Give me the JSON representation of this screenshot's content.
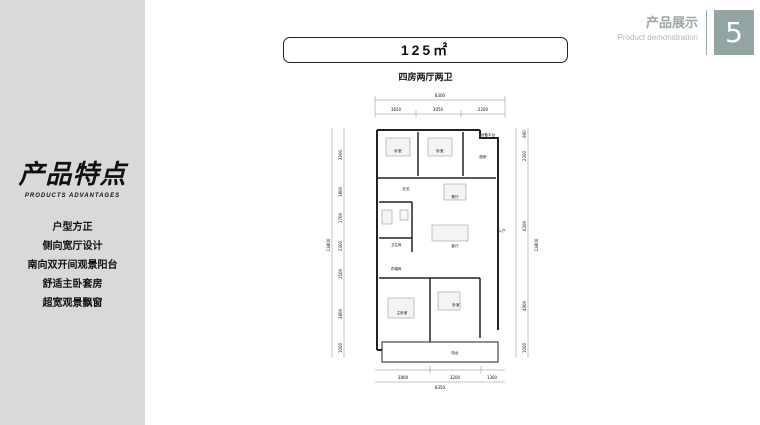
{
  "features": {
    "title": "产品特点",
    "subtitle": "PRODUCTS ADVANTAGES",
    "items": [
      "户型方正",
      "侧向宽厅设计",
      "南向双开间观景阳台",
      "舒适主卧套房",
      "超宽观景飘窗"
    ]
  },
  "section": {
    "title": "产品展示",
    "subtitle": "Product demonstration",
    "page_number": "5"
  },
  "product": {
    "area": "125㎡",
    "layout": "四房两厅两卫"
  },
  "plan": {
    "top_dims": [
      "8300",
      "3650",
      "3050",
      "2200"
    ],
    "bottom_dims": [
      "3800",
      "3200",
      "1300",
      "8350"
    ],
    "left_dims": [
      "3200",
      "1800",
      "1700",
      "2300",
      "1500",
      "3800",
      "1000",
      "13800"
    ],
    "right_dims": [
      "900",
      "2300",
      "6200",
      "4900",
      "1000",
      "13800"
    ],
    "rooms": {
      "bedroom_1": "卧室",
      "bedroom_2": "卧室",
      "utility_balcony": "设备平台",
      "kitchen": "厨房",
      "hallway": "玄关",
      "dining": "餐厅",
      "living": "客厅",
      "bathroom": "卫生间",
      "closet": "衣帽间",
      "master_bedroom": "主卧室",
      "bedroom_3": "卧室",
      "balcony": "阳台",
      "entrance": "入户"
    }
  }
}
